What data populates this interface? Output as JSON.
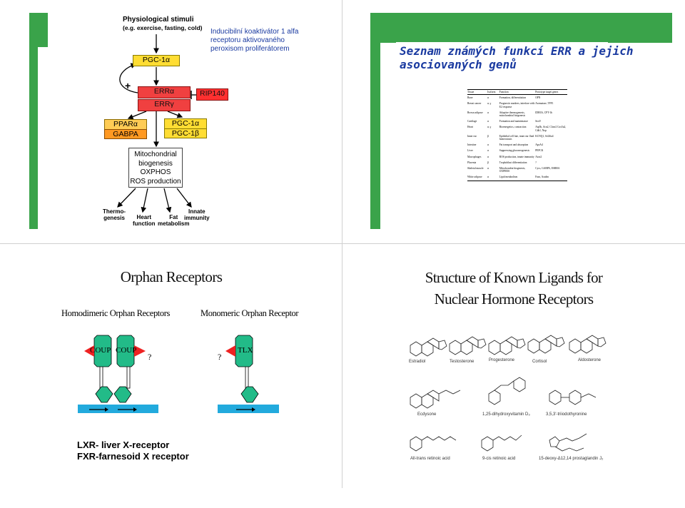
{
  "slide_tl": {
    "stimuli_title": "Physiological stimuli",
    "stimuli_sub": "(e.g. exercise, fasting, cold)",
    "pgc_top": "PGC-1α",
    "plus": "+",
    "err_a": "ERRα",
    "err_g": "ERRγ",
    "rip140": "RIP140",
    "ppar_a": "PPARα",
    "gabpa": "GABPA",
    "pgc_1a": "PGC-1α",
    "pgc_1b": "PGC-1β",
    "mito_lines": [
      "Mitochondrial",
      "biogenesis",
      "OXPHOS",
      "ROS production"
    ],
    "caption_lines": [
      "Inducibilní koaktivátor 1 alfa",
      "receptoru aktivovaného",
      "peroxisom proliferátorem"
    ],
    "outputs": {
      "thermo": [
        "Thermo-",
        "genesis"
      ],
      "heart": [
        "Heart",
        "function"
      ],
      "fat": [
        "Fat",
        "metabolism"
      ],
      "innate": [
        "Innate",
        "immunity"
      ]
    },
    "colors": {
      "green": "#3aa34a",
      "red": "#f04040",
      "yellow": "#ffdd33",
      "orange": "#ff9922",
      "caption": "#1a3aa0"
    }
  },
  "slide_tr": {
    "title_lines": [
      "Seznam známých funkcí ERR a jejich",
      "asociovaných genů"
    ],
    "table": {
      "headers": [
        "Tissue",
        "Isoform",
        "Function",
        "Prototype target genes"
      ],
      "rows": [
        [
          "Bone",
          "α",
          "Formation, differentiation",
          "OPN"
        ],
        [
          "Breast cancer",
          "α, γ",
          "Prognostic markers, interface with E2 response",
          "Aromatase, TFF1"
        ],
        [
          "Brown adipose",
          "α",
          "Adaptive thermogenesis, mitochondrial biogenesis",
          "IDH3A, CPT-1b"
        ],
        [
          "Cartilage",
          "α",
          "Formation and maintenance",
          "Sox9"
        ],
        [
          "Heart",
          "α, γ",
          "Bioenergetics, contraction",
          "Atp5b, Acn2, Clcnr2 Cox5a2, Cdh1, Nop"
        ],
        [
          "Inner ear",
          "β",
          "Epithelial cell fate, inner ear fluid homeostasis",
          "KCNQ1, Scl26a4"
        ],
        [
          "Intestine",
          "α",
          "Fat transport and absorption",
          "ApoA4"
        ],
        [
          "Liver",
          "α",
          "Suppressing gluconeogenesis",
          "PEPCK"
        ],
        [
          "Macrophages",
          "α",
          "ROS production, innate immunity",
          "Atox2"
        ],
        [
          "Placenta",
          "β",
          "Trophoblast differentiation",
          "?"
        ],
        [
          "Skeletal muscle",
          "α",
          "Mitochondria biogenesis, OXPHOS",
          "Cycs, GABPA, ESRRA"
        ],
        [
          "White adipose",
          "α",
          "Lipid metabolism",
          "Fasn, Acadm"
        ]
      ]
    }
  },
  "slide_bl": {
    "title": "Orphan Receptors",
    "sub_left": "Homodimeric Orphan Receptors",
    "sub_right": "Monomeric Orphan Receptor",
    "coup1": "COUP",
    "coup2": "COUP",
    "tlx": "TLX",
    "q_left": "?",
    "q_right": "?",
    "text_lines": [
      "LXR- liver X-receptor",
      "FXR-farnesoid X receptor"
    ],
    "colors": {
      "receptor": "#22bb88",
      "ligand": "#ee2222",
      "dna": "#22aadd"
    }
  },
  "slide_br": {
    "title_lines": [
      "Structure of Known Ligands for",
      "Nuclear Hormone Receptors"
    ],
    "ligands": {
      "estradiol": "Estradiol",
      "testosterone": "Testosterone",
      "progesterone": "Progesterone",
      "cortisol": "Cortisol",
      "aldosterone": "Aldosterone",
      "ecdysone": "Ecdysone",
      "vitd3": "1,25-dihydroxyvitamin D₃",
      "t3": "3,5,3'-triiodothyronine",
      "atra": "All-trans retinoic acid",
      "cisra": "9-cis retinoic acid",
      "pgj2": "15-deoxy-Δ12,14 prostaglandin J₂"
    }
  }
}
